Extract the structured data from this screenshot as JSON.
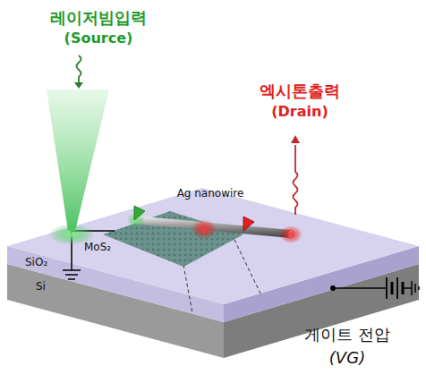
{
  "diagram": {
    "labels": [
      "레이저빔입력",
      "(Source)",
      "엑시톤출력",
      "(Drain)",
      "Ag nanowire",
      "SiO₂",
      "Si",
      "MoS₂",
      "게이트 전압",
      "(VG)"
    ]
  }
}
